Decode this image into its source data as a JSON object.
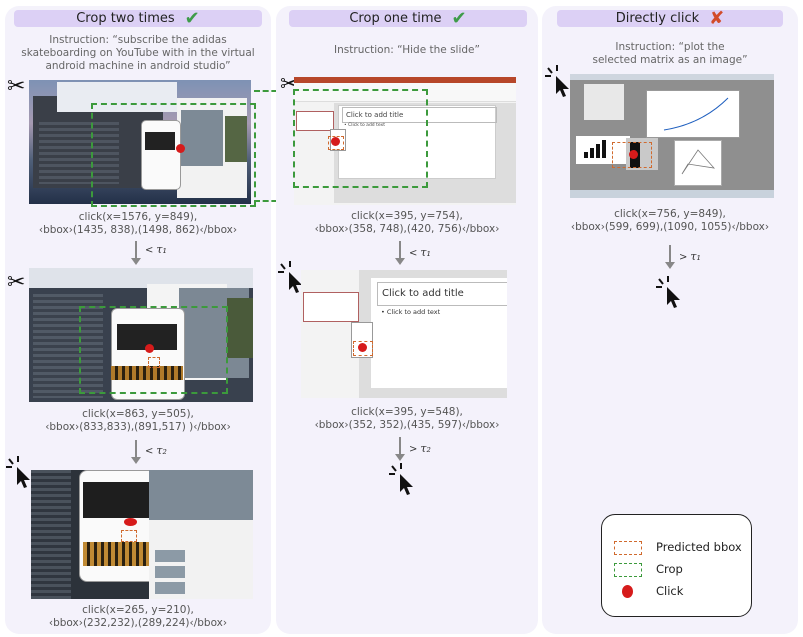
{
  "panels": [
    {
      "title": "Crop two times",
      "mark": "check",
      "instruction_lines": [
        "Instruction: “subscribe the adidas",
        "skateboarding on YouTube with in the virtual",
        "android machine in android studio”"
      ],
      "steps": [
        {
          "caption_lines": [
            "click(x=1576, y=849),",
            "‹bbox›(1435, 838),(1498, 862)‹/bbox›"
          ],
          "comparator": "<",
          "tau": "τ₁"
        },
        {
          "caption_lines": [
            "click(x=863, y=505),",
            "‹bbox›(833,833),(891,517) )‹/bbox›"
          ],
          "comparator": "<",
          "tau": "τ₂"
        },
        {
          "caption_lines": [
            "click(x=265, y=210),",
            "‹bbox›(232,232),(289,224)‹/bbox›"
          ]
        }
      ]
    },
    {
      "title": "Crop one time",
      "mark": "check",
      "instruction_lines": [
        "Instruction: “Hide the slide”"
      ],
      "slide_text": "Click to add title",
      "slide_subtext": "• Click to add text",
      "steps": [
        {
          "caption_lines": [
            "click(x=395, y=754),",
            "‹bbox›(358, 748),(420, 756)‹/bbox›"
          ],
          "comparator": "<",
          "tau": "τ₁"
        },
        {
          "caption_lines": [
            "click(x=395, y=548),",
            "‹bbox›(352, 352),(435, 597)‹/bbox›"
          ],
          "comparator": ">",
          "tau": "τ₂"
        }
      ]
    },
    {
      "title": "Directly click",
      "mark": "cross",
      "instruction_lines": [
        "Instruction: “plot the",
        "selected matrix as an image”"
      ],
      "steps": [
        {
          "caption_lines": [
            "click(x=756, y=849),",
            "‹bbox›(599, 699),(1090, 1055)‹/bbox›"
          ],
          "comparator": ">",
          "tau": "τ₁"
        }
      ]
    }
  ],
  "legend": {
    "predicted": "Predicted bbox",
    "crop": "Crop",
    "click": "Click"
  },
  "colors": {
    "crop": "#3c9a3c",
    "predicted": "#d06a2e",
    "click": "#d61b1b",
    "check": "#3e9b49",
    "cross": "#d24b2a"
  }
}
